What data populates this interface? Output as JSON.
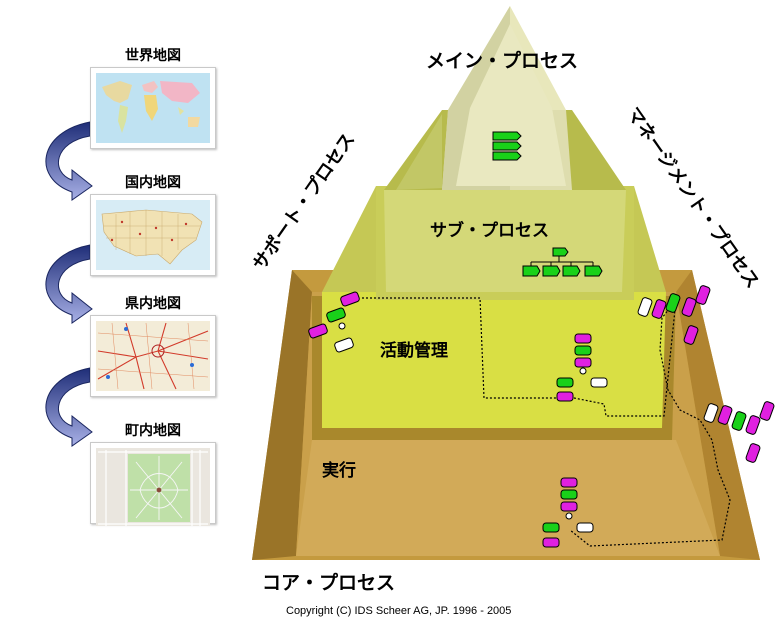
{
  "maps": [
    {
      "label": "世界地図",
      "kind": "world"
    },
    {
      "label": "国内地図",
      "kind": "country"
    },
    {
      "label": "県内地図",
      "kind": "prefecture"
    },
    {
      "label": "町内地図",
      "kind": "town"
    }
  ],
  "pyramid": {
    "top_label": "メイン・プロセス",
    "sub_label": "サブ・プロセス",
    "activity_label": "活動管理",
    "execution_label": "実行",
    "support_label": "サポート・プロセス",
    "management_label": "マネージメント・プロセス",
    "core_label": "コア・プロセス"
  },
  "colors": {
    "arrow_dark": "#1f2e78",
    "arrow_light": "#a8b0e6",
    "tier_top": "#e6e6b0",
    "tier_mid": "#c8cc62",
    "tier_low": "#d8dc40",
    "tier_base": "#c49a3e",
    "node_green": "#19d119",
    "node_magenta": "#e020e0"
  },
  "copyright": "Copyright (C) IDS Scheer AG, JP. 1996 - 2005"
}
